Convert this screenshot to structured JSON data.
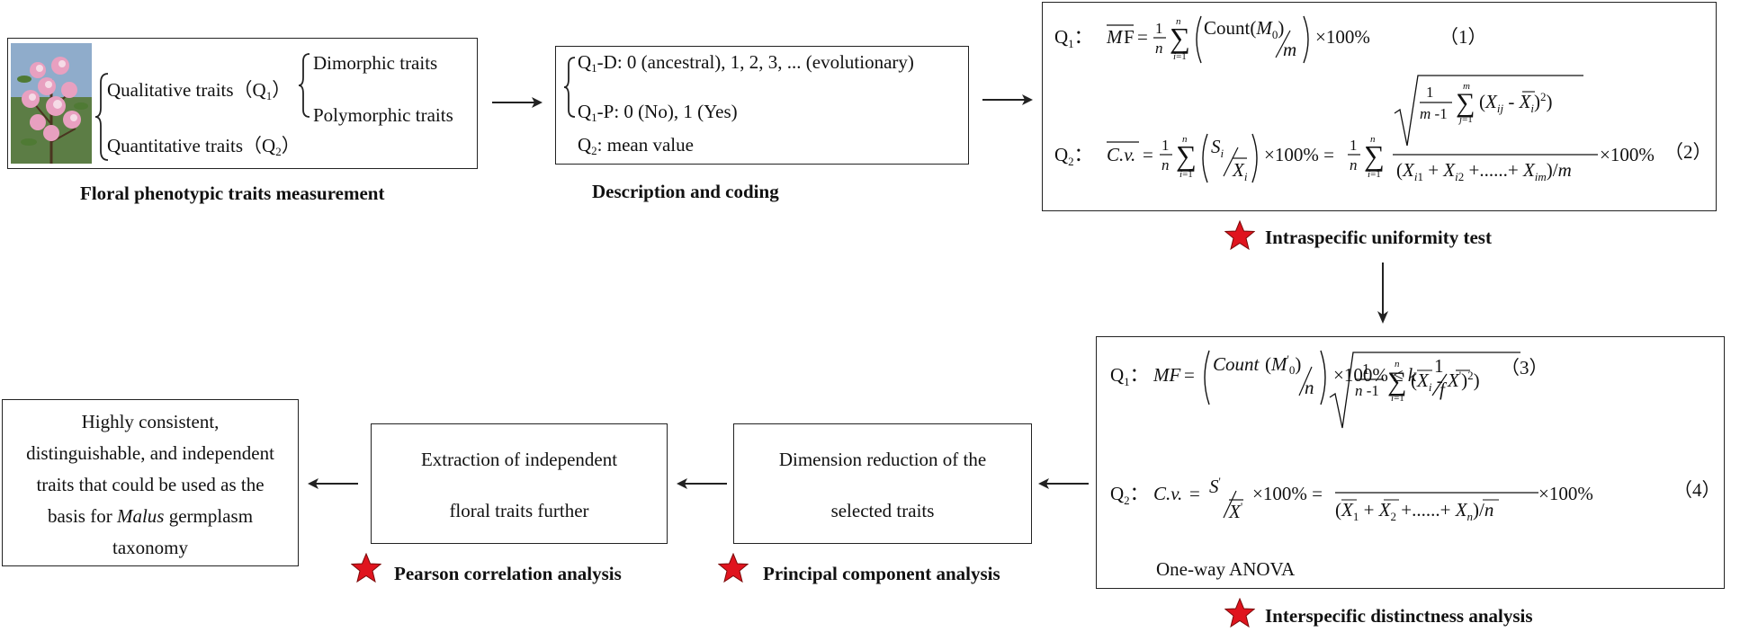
{
  "box1": {
    "qualitative": "Qualitative traits（Q",
    "qualitative_sub": "1",
    "qualitative_end": "）",
    "dimorphic": "Dimorphic traits",
    "polymorphic": "Polymorphic traits",
    "quantitative": "Quantitative traits（Q",
    "quantitative_sub": "2",
    "quantitative_end": "）",
    "caption": "Floral phenotypic traits measurement"
  },
  "box2": {
    "line1_pre": "Q",
    "line1_sub": "1",
    "line1_text": "-D: 0 (ancestral), 1, 2, 3, ... (evolutionary)",
    "line2_pre": "Q",
    "line2_sub": "1",
    "line2_text": "-P: 0 (No), 1 (Yes)",
    "line3_pre": "Q",
    "line3_sub": "2",
    "line3_text": ": mean value",
    "caption": "Description and coding"
  },
  "box3": {
    "q1_label": "Q",
    "q1_sub": "1",
    "q1_colon": "：",
    "eq1_no": "（1）",
    "q2_label": "Q",
    "q2_sub": "2",
    "q2_colon": "：",
    "eq2_no": "（2）",
    "caption": "Intraspecific uniformity test"
  },
  "box4": {
    "q1_label": "Q",
    "q1_sub": "1",
    "q1_colon": "：",
    "eq3_no": "（3）",
    "q2_label": "Q",
    "q2_sub": "2",
    "q2_colon": "：",
    "eq4_no": "（4）",
    "anova": "One-way ANOVA",
    "caption": "Interspecific distinctness analysis"
  },
  "box5": {
    "line1": "Dimension reduction of the",
    "line2": "selected traits",
    "caption": "Principal component analysis"
  },
  "box6": {
    "line1": "Extraction of independent",
    "line2": "floral traits further",
    "caption": "Pearson correlation analysis"
  },
  "box7": {
    "line1": "Highly consistent,",
    "line2": "distinguishable, and independent",
    "line3": "traits that could be used as the",
    "line4_pre": "basis for ",
    "line4_italic": "Malus",
    "line4_post": " germplasm",
    "line5": "taxonomy"
  },
  "colors": {
    "star": "#e0141e",
    "star_stroke": "#7a0a0a",
    "line": "#222222"
  }
}
